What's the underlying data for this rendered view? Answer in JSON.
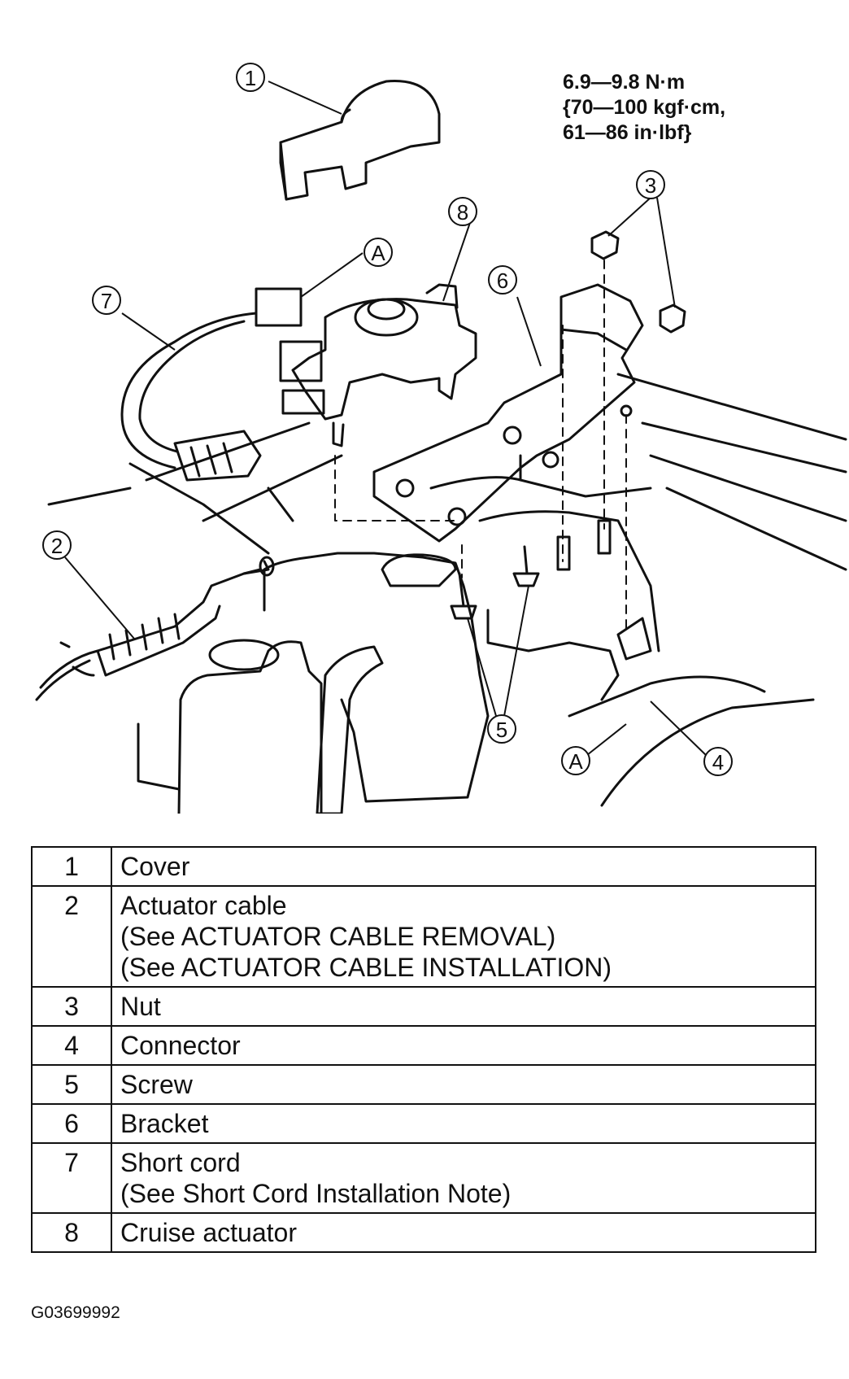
{
  "torque_spec": [
    "6.9—9.8 N·m",
    "{70—100 kgf·cm,",
    "61—86 in·lbf}"
  ],
  "callouts": {
    "c1": "1",
    "c2": "2",
    "c3": "3",
    "c4": "4",
    "c5": "5",
    "c6": "6",
    "c7": "7",
    "c8": "8",
    "a_top": "A",
    "a_bottom": "A"
  },
  "legend": {
    "rows": [
      {
        "number": "1",
        "lines": [
          "Cover"
        ]
      },
      {
        "number": "2",
        "lines": [
          "Actuator cable",
          "(See  ACTUATOR CABLE REMOVAL)",
          "(See  ACTUATOR CABLE INSTALLATION)"
        ]
      },
      {
        "number": "3",
        "lines": [
          "Nut"
        ]
      },
      {
        "number": "4",
        "lines": [
          "Connector"
        ]
      },
      {
        "number": "5",
        "lines": [
          "Screw"
        ]
      },
      {
        "number": "6",
        "lines": [
          "Bracket"
        ]
      },
      {
        "number": "7",
        "lines": [
          "Short cord",
          "(See Short Cord Installation Note)"
        ]
      },
      {
        "number": "8",
        "lines": [
          "Cruise actuator"
        ]
      }
    ]
  },
  "figure_code": "G03699992"
}
